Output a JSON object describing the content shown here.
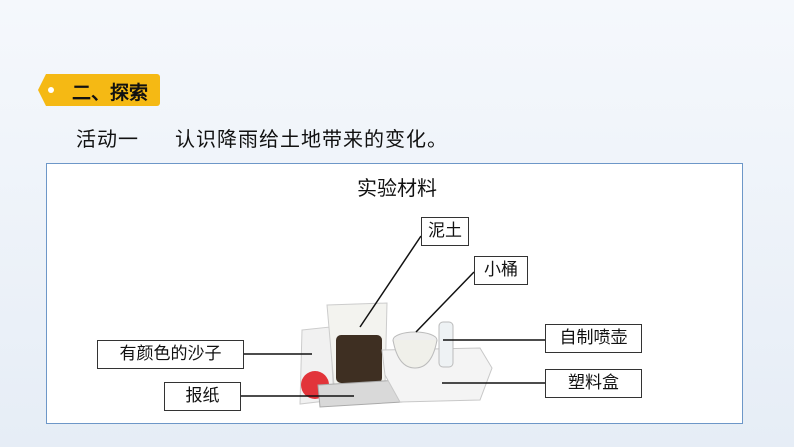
{
  "section_badge": "二、探索",
  "activity": {
    "label": "活动一",
    "text": "认识降雨给土地带来的变化。"
  },
  "panel": {
    "title": "实验材料",
    "labels": {
      "soil": "泥土",
      "bucket": "小桶",
      "sprayer": "自制喷壶",
      "box": "塑料盒",
      "sand": "有颜色的沙子",
      "newspaper": "报纸"
    }
  },
  "colors": {
    "badge": "#f5b914",
    "border": "#6d97c8"
  }
}
